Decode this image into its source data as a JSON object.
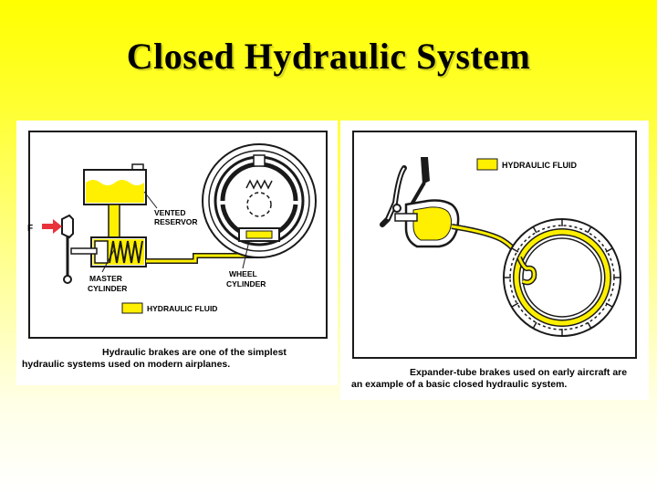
{
  "title": "Closed Hydraulic System",
  "left_diagram": {
    "labels": {
      "force": "F",
      "vented_reservoir_1": "VENTED",
      "vented_reservoir_2": "RESERVOR",
      "master_cylinder_1": "MASTER",
      "master_cylinder_2": "CYLINDER",
      "wheel_cylinder_1": "WHEEL",
      "wheel_cylinder_2": "CYLINDER",
      "legend": "HYDRAULIC FLUID"
    },
    "caption_1": "Hydraulic brakes are one of the simplest",
    "caption_2": "hydraulic systems used on modern airplanes."
  },
  "right_diagram": {
    "legend": "HYDRAULIC FLUID",
    "caption_1": "Expander-tube brakes used on early aircraft are",
    "caption_2": "an example of a basic closed hydraulic system."
  },
  "colors": {
    "fluid": "#ffef00",
    "line": "#1a1a1a",
    "force_arrow": "#e8333a"
  }
}
